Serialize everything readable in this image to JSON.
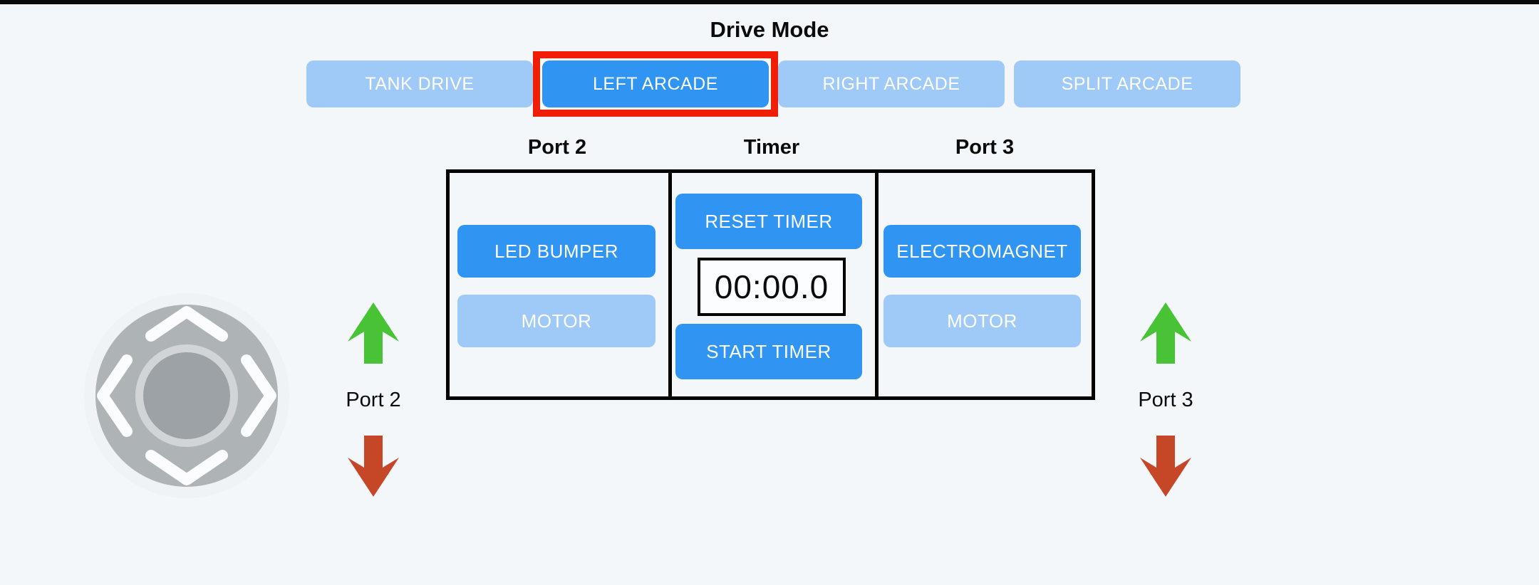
{
  "colors": {
    "background": "#F4F7F9",
    "top_bar": "#0A0A0A",
    "button_active_blue": "#3095F2",
    "button_inactive_blue": "#9FCAF7",
    "selected_outline_red": "#EF1E04",
    "arrow_up_green": "#47C335",
    "arrow_down_red": "#C64628",
    "table_border": "#000000",
    "joystick_base_gray": "#AEB3B6",
    "joystick_knob_gray": "#9DA2A6"
  },
  "drive_mode": {
    "title": "Drive Mode",
    "buttons": [
      {
        "label": "TANK DRIVE",
        "state": "inactive",
        "selected": false
      },
      {
        "label": "LEFT ARCADE",
        "state": "active",
        "selected": true
      },
      {
        "label": "RIGHT ARCADE",
        "state": "inactive",
        "selected": false
      },
      {
        "label": "SPLIT ARCADE",
        "state": "inactive",
        "selected": false
      }
    ]
  },
  "panel": {
    "port2": {
      "header": "Port 2",
      "buttons": [
        {
          "label": "LED BUMPER",
          "state": "active"
        },
        {
          "label": "MOTOR",
          "state": "inactive"
        }
      ]
    },
    "timer": {
      "header": "Timer",
      "reset_label": "RESET TIMER",
      "start_label": "START TIMER",
      "value": "00:00.0"
    },
    "port3": {
      "header": "Port 3",
      "buttons": [
        {
          "label": "ELECTROMAGNET",
          "state": "active"
        },
        {
          "label": "MOTOR",
          "state": "inactive"
        }
      ]
    }
  },
  "joystick": {
    "chevrons": [
      "up",
      "down",
      "left",
      "right"
    ]
  },
  "port_controls": {
    "left": {
      "label": "Port 2"
    },
    "right": {
      "label": "Port 3"
    }
  }
}
